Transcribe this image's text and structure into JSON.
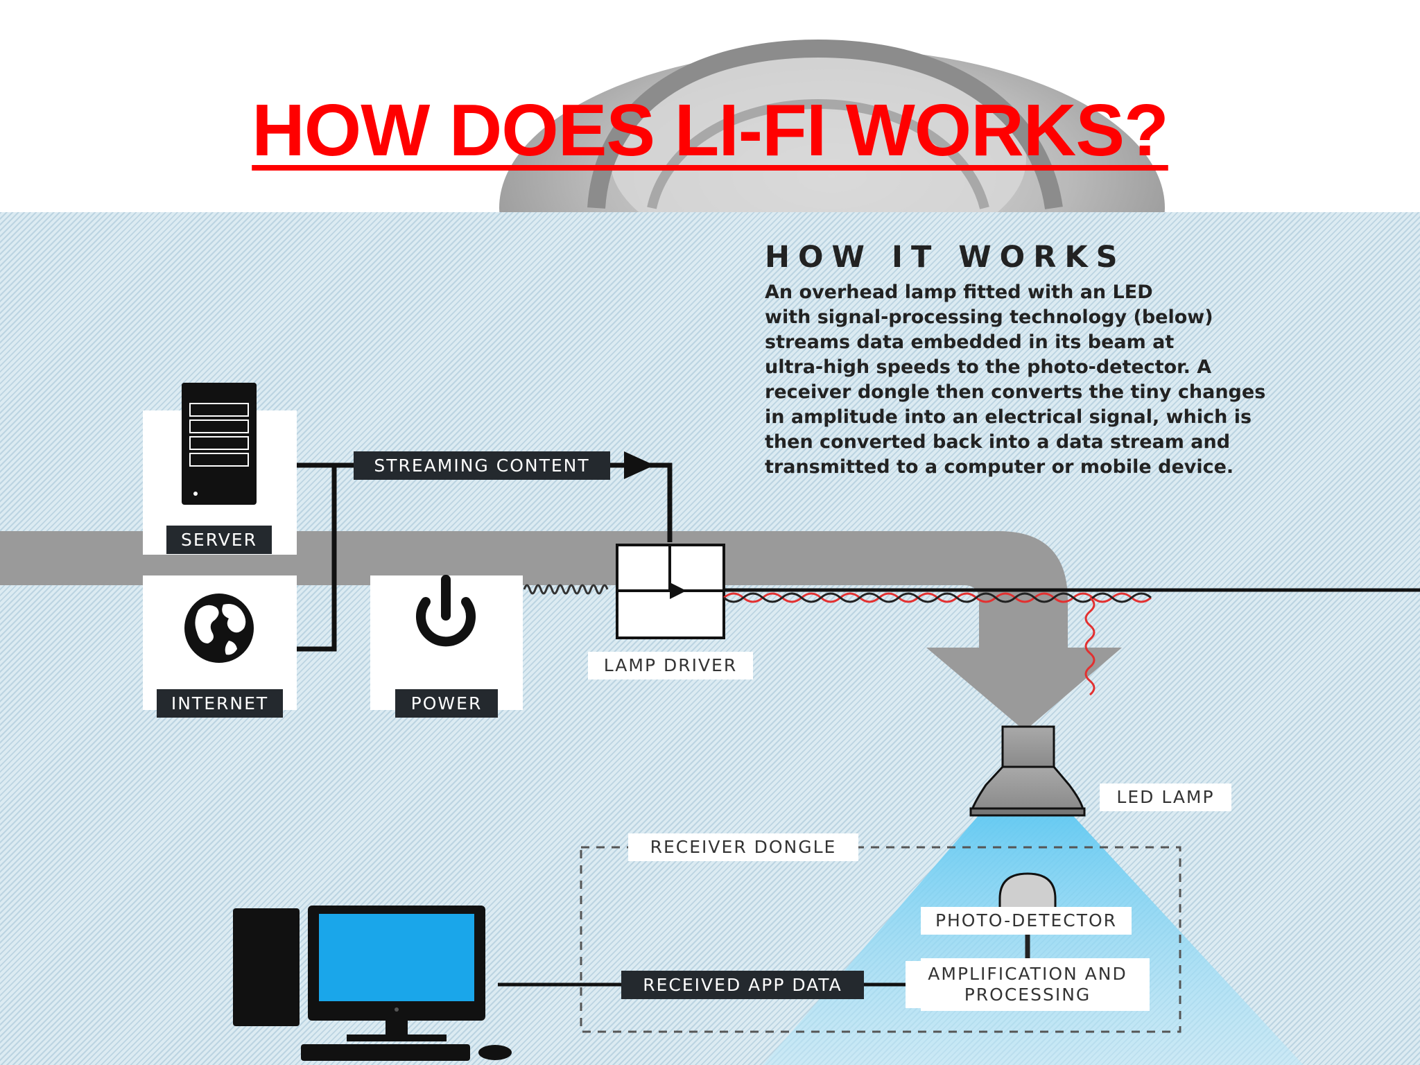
{
  "slide_title": "HOW DOES LI-FI WORKS?",
  "infographic": {
    "heading": "HOW IT WORKS",
    "body": "An overhead lamp fitted with an LED\nwith signal-processing technology (below)\nstreams data embedded in its beam at\nultra-high speeds to the photo-detector. A\nreceiver dongle then converts the tiny changes\nin amplitude into an electrical signal, which is\nthen converted back into a data stream and\ntransmitted to a computer or mobile device.",
    "labels": {
      "server": "SERVER",
      "internet": "INTERNET",
      "power": "POWER",
      "streaming_content": "STREAMING CONTENT",
      "lamp_driver": "LAMP DRIVER",
      "led_lamp": "LED LAMP",
      "receiver_dongle": "RECEIVER DONGLE",
      "photo_detector": "PHOTO-DETECTOR",
      "amplification": "AMPLIFICATION AND\nPROCESSING",
      "received_app_data": "RECEIVED APP DATA"
    }
  },
  "colors": {
    "title": "#ff0000",
    "background": "#dcebf2",
    "dark": "#24292e",
    "light_beam": "#5ec8f2",
    "monitor_screen": "#1aa6ea",
    "pipe": "#9a9a9a"
  }
}
